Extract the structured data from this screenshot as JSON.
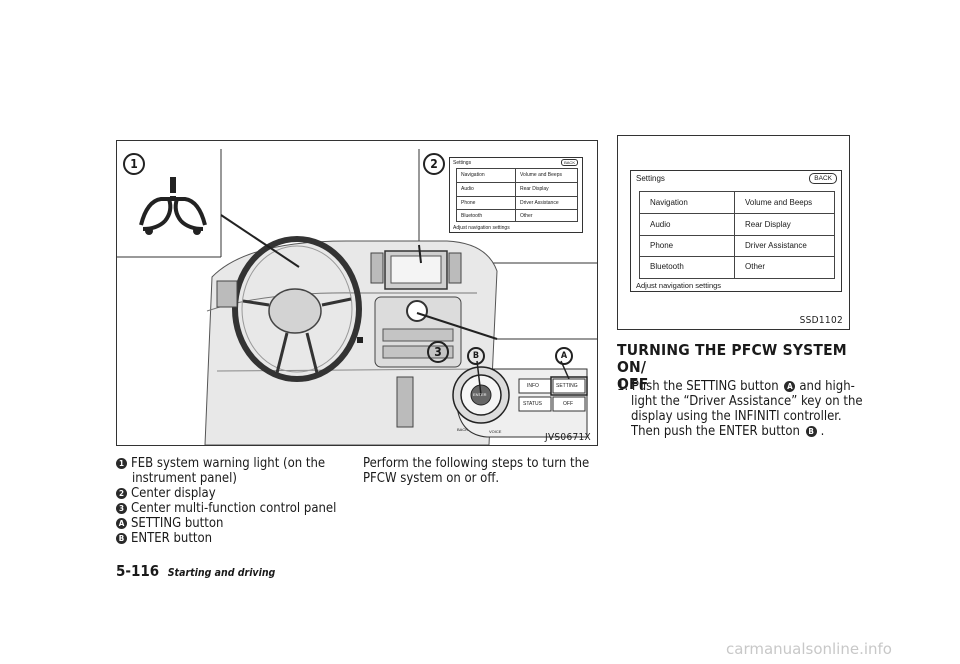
{
  "figure_left": {
    "labels": [
      "1",
      "2",
      "3",
      "A",
      "B"
    ],
    "screen": {
      "title": "Settings",
      "back": "BACK",
      "items_left": [
        "Navigation",
        "Audio",
        "Phone",
        "Bluetooth"
      ],
      "items_right": [
        "Volume and Beeps",
        "Rear Display",
        "Driver Assistance",
        "Other"
      ],
      "footer": "Adjust navigation settings"
    },
    "panel": {
      "enter": "ENTER",
      "info": "INFO",
      "setting": "SETTING",
      "status": "STATUS",
      "off": "OFF",
      "back": "BACK",
      "voice": "VOICE"
    },
    "code": "JVS0671X"
  },
  "figure_right": {
    "screen": {
      "title": "Settings",
      "back": "BACK",
      "items_left": [
        "Navigation",
        "Audio",
        "Phone",
        "Bluetooth"
      ],
      "items_right": [
        "Volume and Beeps",
        "Rear Display",
        "Driver Assistance",
        "Other"
      ],
      "footer": "Adjust navigation settings"
    },
    "code": "SSD1102"
  },
  "callouts": [
    {
      "marker": "1",
      "text": "FEB system warning light (on the",
      "cont": "instrument panel)"
    },
    {
      "marker": "2",
      "text": "Center display"
    },
    {
      "marker": "3",
      "text": "Center multi-function control panel"
    },
    {
      "marker": "A",
      "text": "SETTING button"
    },
    {
      "marker": "B",
      "text": "ENTER button"
    }
  ],
  "intro": {
    "line1": "Perform the following steps to turn the",
    "line2": "PFCW system on or off."
  },
  "section": {
    "heading_line1": "TURNING THE PFCW SYSTEM ON/",
    "heading_line2": "OFF",
    "step_num": "1.",
    "step_part1": "Push the SETTING button",
    "marker_a": "A",
    "step_part2": "and high-",
    "step_line2": "light the “Driver Assistance” key on the",
    "step_line3": "display using the INFINITI controller.",
    "step_line4": "Then push the ENTER button",
    "marker_b": "B",
    "step_end": "."
  },
  "footer": {
    "page_number": "5-116",
    "section_title": "Starting and driving"
  },
  "watermark": "carmanualsonline.info"
}
